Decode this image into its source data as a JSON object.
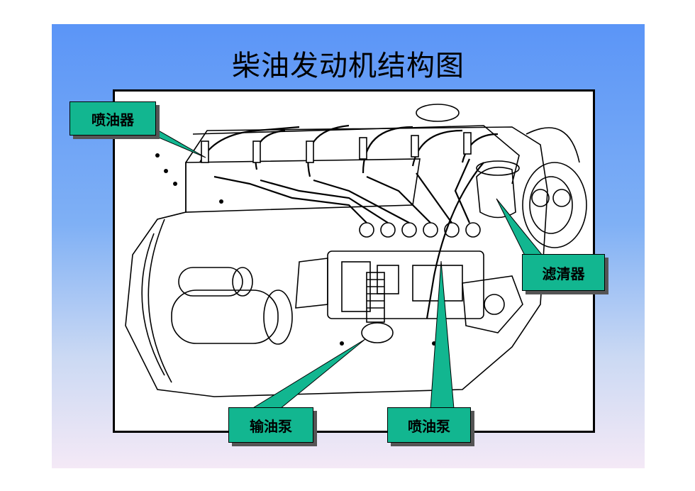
{
  "slide": {
    "title": "柴油发动机结构图"
  },
  "labels": {
    "injector": "喷油器",
    "filter": "滤清器",
    "transfer_pump": "输油泵",
    "injection_pump": "喷油泵"
  },
  "colors": {
    "callout_fill": "#12b690",
    "gradient_top": "#5b95f7",
    "gradient_bottom": "#f4e9f6"
  }
}
